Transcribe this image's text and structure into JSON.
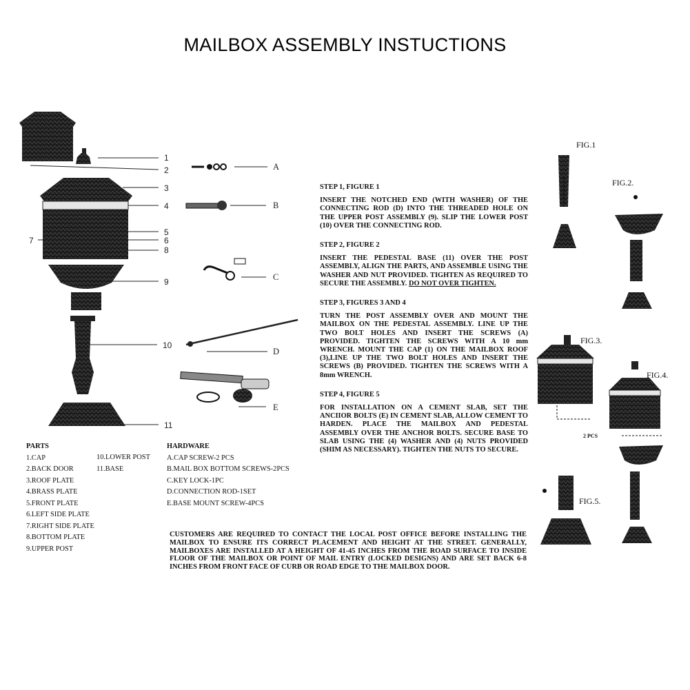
{
  "title": "MAILBOX ASSEMBLY INSTUCTIONS",
  "callouts": [
    "1",
    "2",
    "3",
    "4",
    "5",
    "6",
    "7",
    "8",
    "9",
    "10",
    "11"
  ],
  "hardware_callouts": [
    "A",
    "B",
    "C",
    "D",
    "E"
  ],
  "figures": {
    "fig1": "FIG.1",
    "fig2": "FIG.2.",
    "fig3": "FIG.3.",
    "fig4": "FIG.4.",
    "fig5": "FIG.5.",
    "pcs": "2 PCS"
  },
  "steps": [
    {
      "heading": "STEP 1, FIGURE 1",
      "body": "INSERT THE NOTCHED END (WITH WASHER) OF THE CONNECTING ROD (D) INTO THE THREADED HOLE ON THE UPPER POST ASSEMBLY (9). SLIP THE LOWER POST (10) OVER THE CONNECTING ROD.",
      "emphasis": ""
    },
    {
      "heading": "STEP 2, FIGURE 2",
      "body": "INSERT THE PEDESTAL BASE (11) OVER THE POST ASSEMBLY, ALIGN THE PARTS, AND ASSEMBLE USING THE WASHER AND NUT PROVIDED. TIGHTEN AS REQUIRED TO SECURE THE ASSEMBLY.",
      "emphasis": "DO NOT OVER TIGHTEN."
    },
    {
      "heading": "STEP 3, FIGURES 3 AND 4",
      "body": "TURN THE POST ASSEMBLY OVER AND MOUNT THE MAILBOX ON THE PEDESTAL ASSEMBLY. LINE UP THE TWO BOLT HOLES AND INSERT THE SCREWS (A) PROVIDED. TIGHTEN THE SCREWS WITH A 10 mm WRENCH. MOUNT THE CAP (1) ON THE MAILBOX ROOF (3),LINE UP THE TWO BOLT HOLES AND INSERT THE SCREWS (B) PROVIDED. TIGHTEN THE SCREWS WITH A 8mm WRENCH.",
      "emphasis": ""
    },
    {
      "heading": "STEP 4, FIGURE 5",
      "body": "FOR INSTALLATION ON A CEMENT SLAB, SET THE ANCIIOR BOLTS (E) IN CEMENT SLAB, ALLOW CEMENT TO HARDEN. PLACE THE MAILBOX AND PEDESTAL ASSEMBLY OVER THE ANCHOR BOLTS. SECURE BASE TO SLAB USING THE (4) WASHER AND (4) NUTS PROVIDED (SHIM AS NECESSARY). TIGHTEN THE NUTS TO SECURE.",
      "emphasis": ""
    }
  ],
  "parts": {
    "heading": "PARTS",
    "col1": [
      "1.CAP",
      "2.BACK DOOR",
      "3.ROOF PLATE",
      "4.BRASS PLATE",
      "5.FRONT PLATE",
      "6.LEFT SIDE PLATE",
      "7.RIGHT SIDE PLATE",
      "8.BOTTOM PLATE",
      "9.UPPER POST"
    ],
    "col2": [
      "10.LOWER POST",
      "11.BASE"
    ]
  },
  "hardware": {
    "heading": "HARDWARE",
    "items": [
      "A.CAP SCREW-2 PCS",
      "B.MAIL BOX BOTTOM SCREWS-2PCS",
      "C.KEY LOCK-1PC",
      "D.CONNECTION ROD-1SET",
      "E.BASE MOUNT SCREW-4PCS"
    ]
  },
  "notice": "CUSTOMERS ARE REQUIRED TO CONTACT THE LOCAL POST OFFICE BEFORE INSTALLING THE MAILBOX TO ENSURE ITS CORRECT PLACEMENT AND HEIGHT AT THE STREET. GENERALLY, MAILBOXES ARE INSTALLED AT A HEIGHT OF 41-45 INCHES FROM THE ROAD SURFACE TO INSIDE FLOOR OF THE MAILBOX OR POINT OF MAIL ENTRY (LOCKED DESIGNS) AND ARE SET BACK 6-8 INCHES FROM FRONT FACE OF CURB OR ROAD EDGE TO THE MAILBOX DOOR."
}
